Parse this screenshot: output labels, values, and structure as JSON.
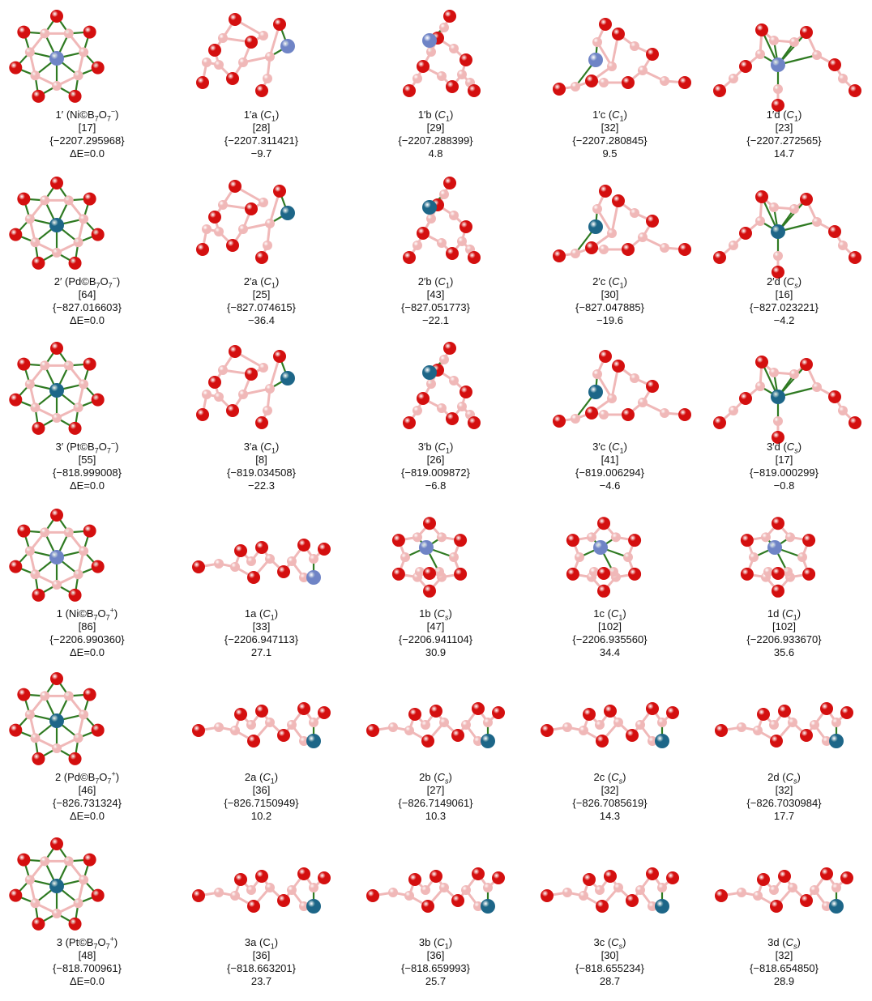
{
  "colors": {
    "oxygen": "#d40f0f",
    "boron": "#f0b8b8",
    "nickel": "#6f84c6",
    "pd_pt": "#1d6688",
    "bond": "#2f7a22"
  },
  "rows": [
    {
      "cells": [
        {
          "label": "1′ (Ni©B7O7⁻)",
          "label_html": "1′ (Ni©B<sub>7</sub>O<sub>7</sub><sup>−</sup>)",
          "count": "[17]",
          "energy": "{−2207.295968}",
          "delta": "ΔE=0.0",
          "metal": "Ni",
          "shape": "wheel"
        },
        {
          "label": "1′a (C1)",
          "label_html": "1′a (<i>C</i><sub>1</sub>)",
          "count": "[28]",
          "energy": "{−2207.311421}",
          "delta": "−9.7",
          "metal": "Ni",
          "shape": "a"
        },
        {
          "label": "1′b (C1)",
          "label_html": "1′b (<i>C</i><sub>1</sub>)",
          "count": "[29]",
          "energy": "{−2207.288399}",
          "delta": "4.8",
          "metal": "Ni",
          "shape": "b"
        },
        {
          "label": "1′c (C1)",
          "label_html": "1′c (<i>C</i><sub>1</sub>)",
          "count": "[32]",
          "energy": "{−2207.280845}",
          "delta": "9.5",
          "metal": "Ni",
          "shape": "c"
        },
        {
          "label": "1′d (C1)",
          "label_html": "1′d (<i>C</i><sub>1</sub>)",
          "count": "[23]",
          "energy": "{−2207.272565}",
          "delta": "14.7",
          "metal": "Ni",
          "shape": "d"
        }
      ]
    },
    {
      "cells": [
        {
          "label": "2′ (Pd©B7O7⁻)",
          "label_html": "2′ (Pd©B<sub>7</sub>O<sub>7</sub><sup>−</sup>)",
          "count": "[64]",
          "energy": "{−827.016603}",
          "delta": "ΔE=0.0",
          "metal": "Pd",
          "shape": "wheel"
        },
        {
          "label": "2′a (C1)",
          "label_html": "2′a (<i>C</i><sub>1</sub>)",
          "count": "[25]",
          "energy": "{−827.074615}",
          "delta": "−36.4",
          "metal": "Pd",
          "shape": "a"
        },
        {
          "label": "2′b (C1)",
          "label_html": "2′b (<i>C</i><sub>1</sub>)",
          "count": "[43]",
          "energy": "{−827.051773}",
          "delta": "−22.1",
          "metal": "Pd",
          "shape": "b"
        },
        {
          "label": "2′c (C1)",
          "label_html": "2′c (<i>C</i><sub>1</sub>)",
          "count": "[30]",
          "energy": "{−827.047885}",
          "delta": "−19.6",
          "metal": "Pd",
          "shape": "c"
        },
        {
          "label": "2′d (Cs)",
          "label_html": "2′d (<i>C</i><sub><i>s</i></sub>)",
          "count": "[16]",
          "energy": "{−827.023221}",
          "delta": "−4.2",
          "metal": "Pd",
          "shape": "d"
        }
      ]
    },
    {
      "cells": [
        {
          "label": "3′ (Pt©B7O7⁻)",
          "label_html": "3′ (Pt©B<sub>7</sub>O<sub>7</sub><sup>−</sup>)",
          "count": "[55]",
          "energy": "{−818.999008}",
          "delta": "ΔE=0.0",
          "metal": "Pt",
          "shape": "wheel"
        },
        {
          "label": "3′a (C1)",
          "label_html": "3′a (<i>C</i><sub>1</sub>)",
          "count": "[8]",
          "energy": "{−819.034508}",
          "delta": "−22.3",
          "metal": "Pt",
          "shape": "a"
        },
        {
          "label": "3′b (C1)",
          "label_html": "3′b (<i>C</i><sub>1</sub>)",
          "count": "[26]",
          "energy": "{−819.009872}",
          "delta": "−6.8",
          "metal": "Pt",
          "shape": "b"
        },
        {
          "label": "3′c (C1)",
          "label_html": "3′c (<i>C</i><sub>1</sub>)",
          "count": "[41]",
          "energy": "{−819.006294}",
          "delta": "−4.6",
          "metal": "Pt",
          "shape": "c"
        },
        {
          "label": "3′d (Cs)",
          "label_html": "3′d (<i>C</i><sub><i>s</i></sub>)",
          "count": "[17]",
          "energy": "{−819.000299}",
          "delta": "−0.8",
          "metal": "Pt",
          "shape": "d"
        }
      ]
    },
    {
      "cells": [
        {
          "label": "1 (Ni©B7O7⁺)",
          "label_html": "1 (Ni©B<sub>7</sub>O<sub>7</sub><sup>+</sup>)",
          "count": "[86]",
          "energy": "{−2206.990360}",
          "delta": "ΔE=0.0",
          "metal": "Ni",
          "shape": "wheel"
        },
        {
          "label": "1a (C1)",
          "label_html": "1a (<i>C</i><sub>1</sub>)",
          "count": "[33]",
          "energy": "{−2206.947113}",
          "delta": "27.1",
          "metal": "Ni",
          "shape": "chain"
        },
        {
          "label": "1b (Cs)",
          "label_html": "1b (<i>C</i><sub><i>s</i></sub>)",
          "count": "[47]",
          "energy": "{−2206.941104}",
          "delta": "30.9",
          "metal": "Ni",
          "shape": "cage"
        },
        {
          "label": "1c (C1)",
          "label_html": "1c (<i>C</i><sub>1</sub>)",
          "count": "[102]",
          "energy": "{−2206.935560}",
          "delta": "34.4",
          "metal": "Ni",
          "shape": "cage"
        },
        {
          "label": "1d (C1)",
          "label_html": "1d (<i>C</i><sub>1</sub>)",
          "count": "[102]",
          "energy": "{−2206.933670}",
          "delta": "35.6",
          "metal": "Ni",
          "shape": "cage"
        }
      ]
    },
    {
      "cells": [
        {
          "label": "2 (Pd©B7O7⁺)",
          "label_html": "2 (Pd©B<sub>7</sub>O<sub>7</sub><sup>+</sup>)",
          "count": "[46]",
          "energy": "{−826.731324}",
          "delta": "ΔE=0.0",
          "metal": "Pd",
          "shape": "wheel"
        },
        {
          "label": "2a (C1)",
          "label_html": "2a (<i>C</i><sub>1</sub>)",
          "count": "[36]",
          "energy": "{−826.7150949}",
          "delta": "10.2",
          "metal": "Pd",
          "shape": "chain"
        },
        {
          "label": "2b (Cs)",
          "label_html": "2b (<i>C</i><sub><i>s</i></sub>)",
          "count": "[27]",
          "energy": "{−826.7149061}",
          "delta": "10.3",
          "metal": "Pd",
          "shape": "chain"
        },
        {
          "label": "2c (Cs)",
          "label_html": "2c (<i>C</i><sub><i>s</i></sub>)",
          "count": "[32]",
          "energy": "{−826.7085619}",
          "delta": "14.3",
          "metal": "Pd",
          "shape": "chain"
        },
        {
          "label": "2d (Cs)",
          "label_html": "2d (<i>C</i><sub><i>s</i></sub>)",
          "count": "[32]",
          "energy": "{−826.7030984}",
          "delta": "17.7",
          "metal": "Pd",
          "shape": "chain"
        }
      ]
    },
    {
      "cells": [
        {
          "label": "3 (Pt©B7O7⁺)",
          "label_html": "3 (Pt©B<sub>7</sub>O<sub>7</sub><sup>+</sup>)",
          "count": "[48]",
          "energy": "{−818.700961}",
          "delta": "ΔE=0.0",
          "metal": "Pt",
          "shape": "wheel"
        },
        {
          "label": "3a (C1)",
          "label_html": "3a (C<sub>1</sub>)",
          "count": "[36]",
          "energy": "{−818.663201}",
          "delta": "23.7",
          "metal": "Pt",
          "shape": "chain"
        },
        {
          "label": "3b (C1)",
          "label_html": "3b (<i>C</i><sub>1</sub>)",
          "count": "[36]",
          "energy": "{−818.659993}",
          "delta": "25.7",
          "metal": "Pt",
          "shape": "chain"
        },
        {
          "label": "3c (Cs)",
          "label_html": "3c (<i>C</i><sub><i>s</i></sub>)",
          "count": "[30]",
          "energy": "{−818.655234}",
          "delta": "28.7",
          "metal": "Pt",
          "shape": "chain"
        },
        {
          "label": "3d (Cs)",
          "label_html": "3d (<i>C</i><sub><i>s</i></sub>)",
          "count": "[32]",
          "energy": "{−818.654850}",
          "delta": "28.9",
          "metal": "Pt",
          "shape": "chain"
        }
      ]
    }
  ]
}
